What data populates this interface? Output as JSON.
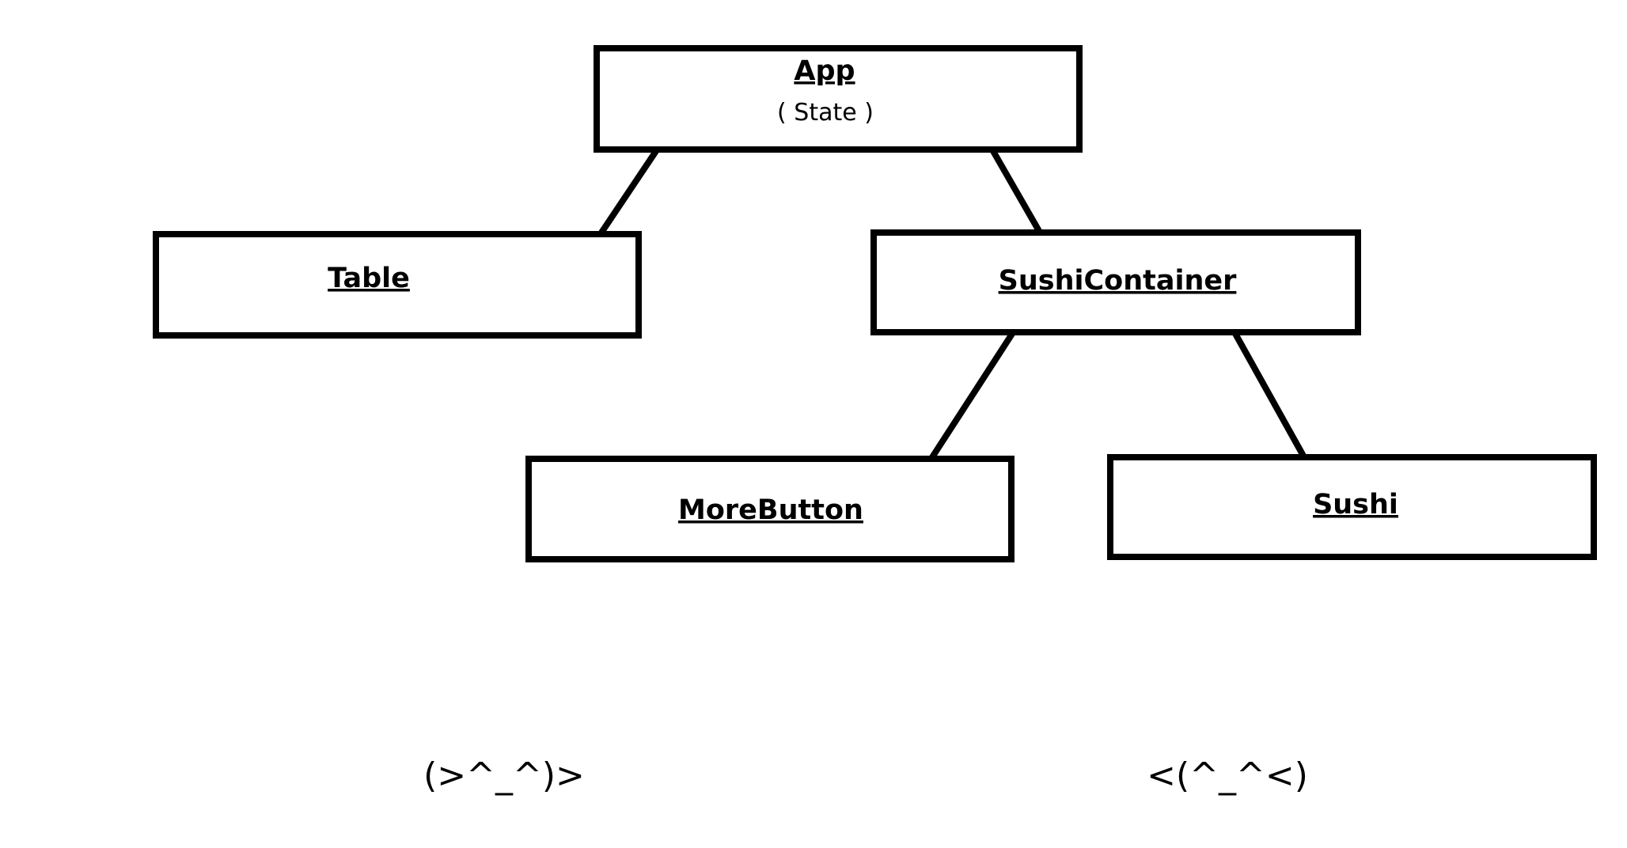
{
  "diagram": {
    "nodes": {
      "app": {
        "title": "App",
        "subtitle": "( State )"
      },
      "table": {
        "title": "Table"
      },
      "sushi_container": {
        "title": "SushiContainer"
      },
      "more_button": {
        "title": "MoreButton"
      },
      "sushi": {
        "title": "Sushi"
      }
    },
    "edges": [
      {
        "from": "App",
        "to": "Table"
      },
      {
        "from": "App",
        "to": "SushiContainer"
      },
      {
        "from": "SushiContainer",
        "to": "MoreButton"
      },
      {
        "from": "SushiContainer",
        "to": "Sushi"
      }
    ],
    "emoticons": {
      "left": "(>^_^)>",
      "right": "<(^_^<)"
    },
    "colors": {
      "stroke": "#000000",
      "background": "#ffffff"
    }
  }
}
